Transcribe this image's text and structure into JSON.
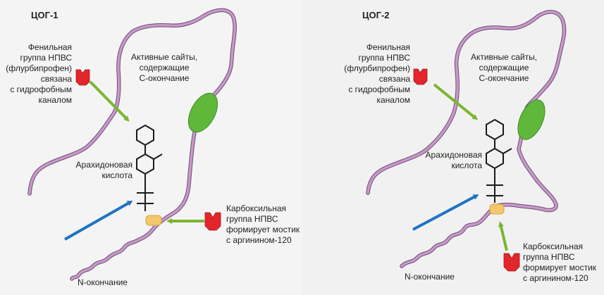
{
  "panels": [
    {
      "title": "ЦОГ-1",
      "phenyl": [
        "Фенильная",
        "группа НПВС",
        "(флурбипрофен)",
        "связана",
        "с гидрофобным",
        "каналом"
      ],
      "active": [
        "Активные сайты,",
        "содержащие",
        "С-окончание"
      ],
      "acid": [
        "Арахидоновая",
        "кислота"
      ],
      "carboxyl": [
        "Карбоксильная",
        "группа НПВС",
        "формирует мостик",
        "с аргинином-120"
      ],
      "nterm": "N-окончание"
    },
    {
      "title": "ЦОГ-2",
      "phenyl": [
        "Фенильная",
        "группа НПВС",
        "(флурбипрофен)",
        "связана",
        "с гидрофобным",
        "каналом"
      ],
      "active": [
        "Активные сайты,",
        "содержащие",
        "С-окончание"
      ],
      "acid": [
        "Арахидоновая",
        "кислота"
      ],
      "carboxyl": [
        "Карбоксильная",
        "группа НПВС",
        "формирует мостик",
        "с аргинином-120"
      ],
      "nterm": "N-окончание"
    }
  ],
  "colors": {
    "backbone": "#c89ac8",
    "backbone_edge": "#6e4a78",
    "green_arrow": "#7ab631",
    "blue_arrow": "#1f73c4",
    "red_cup": "#e3262b",
    "ellipse": "#5fb83a",
    "blob": "#f2c86a"
  }
}
